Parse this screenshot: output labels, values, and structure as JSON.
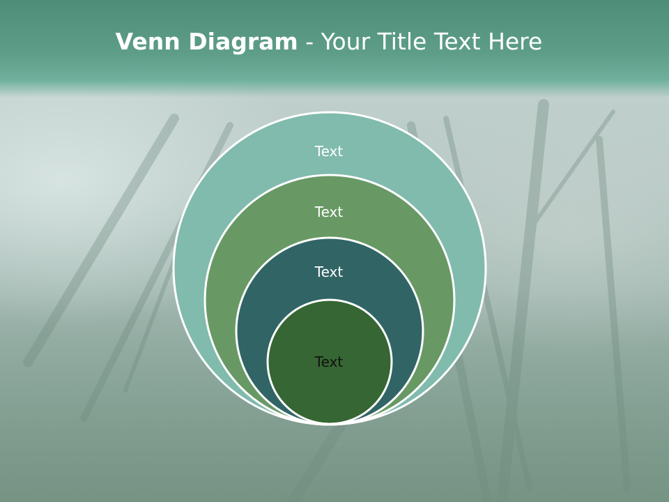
{
  "title": {
    "bold": "Venn Diagram",
    "rest": " - Your Title Text Here"
  },
  "venn": {
    "levels": [
      {
        "label": "Text",
        "fill": "#80bbad",
        "text_color": "#ffffff"
      },
      {
        "label": "Text",
        "fill": "#689965",
        "text_color": "#ffffff"
      },
      {
        "label": "Text",
        "fill": "#316465",
        "text_color": "#ffffff"
      },
      {
        "label": "Text",
        "fill": "#356633",
        "text_color": "#111111"
      }
    ],
    "outline_color": "#ffffff"
  },
  "colors": {
    "header": "#5e9e89"
  }
}
